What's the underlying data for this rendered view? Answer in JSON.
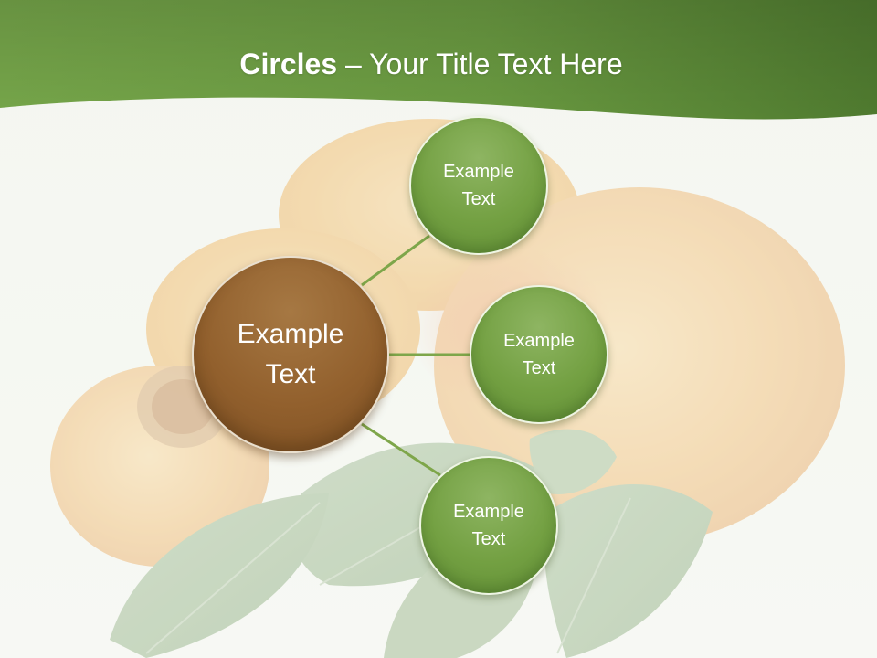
{
  "slide": {
    "title_bold": "Circles",
    "title_rest": " – Your Title Text Here"
  },
  "diagram": {
    "center": {
      "label": "Example Text",
      "color": "#92602d"
    },
    "nodes": [
      {
        "label": "Example Text",
        "color": "#73a042"
      },
      {
        "label": "Example Text",
        "color": "#73a042"
      },
      {
        "label": "Example Text",
        "color": "#73a042"
      }
    ],
    "connector_color": "#7ea64a"
  },
  "theme": {
    "header_color": "#5f8c3a",
    "background_color": "#f4f6f1"
  }
}
